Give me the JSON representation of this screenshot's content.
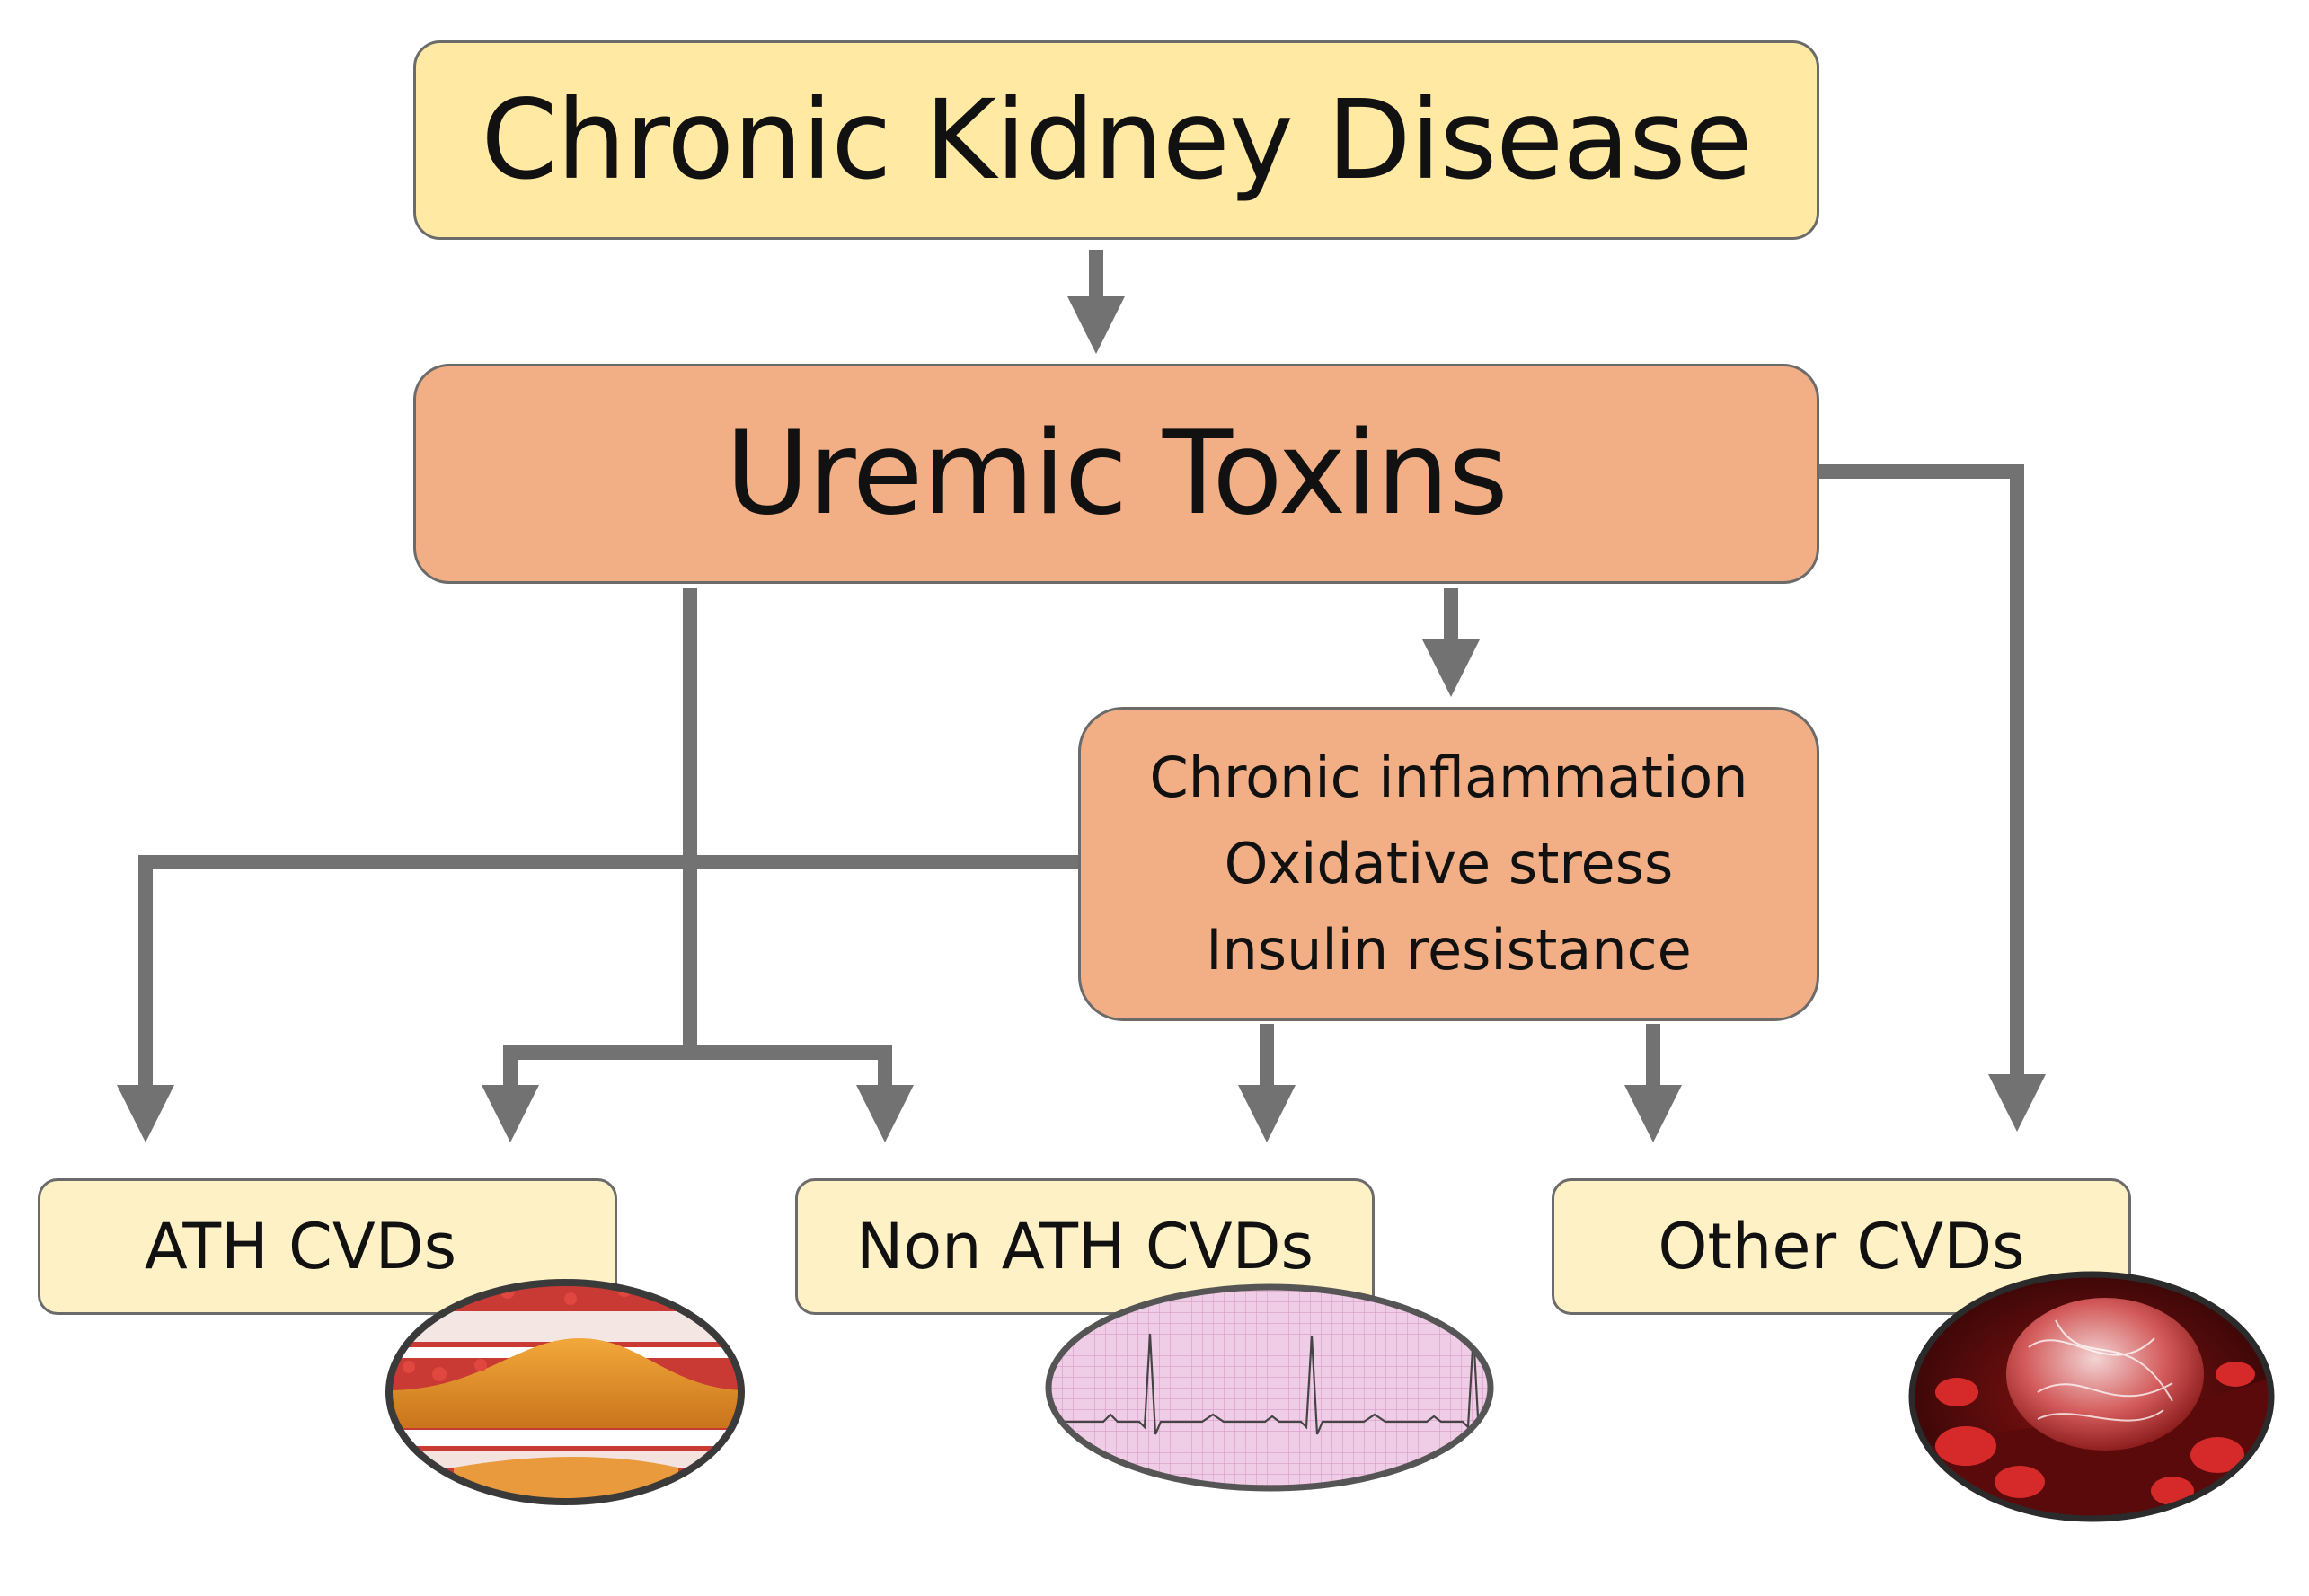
{
  "nodes": {
    "ckd": "Chronic Kidney Disease",
    "toxins": "Uremic Toxins",
    "mechanisms": [
      "Chronic inflammation",
      "Oxidative stress",
      "Insulin resistance"
    ],
    "ath": "ATH CVDs",
    "non_ath": "Non ATH CVDs",
    "other": "Other CVDs"
  },
  "illustrations": {
    "ath": "artery-plaque-icon",
    "non_ath": "ecg-trace-icon",
    "other": "blood-clot-icon"
  },
  "colors": {
    "ckd_fill": "#ffe9a3",
    "toxins_fill": "#f2ae84",
    "outcome_fill": "#fff1c6",
    "arrow": "#727272"
  }
}
